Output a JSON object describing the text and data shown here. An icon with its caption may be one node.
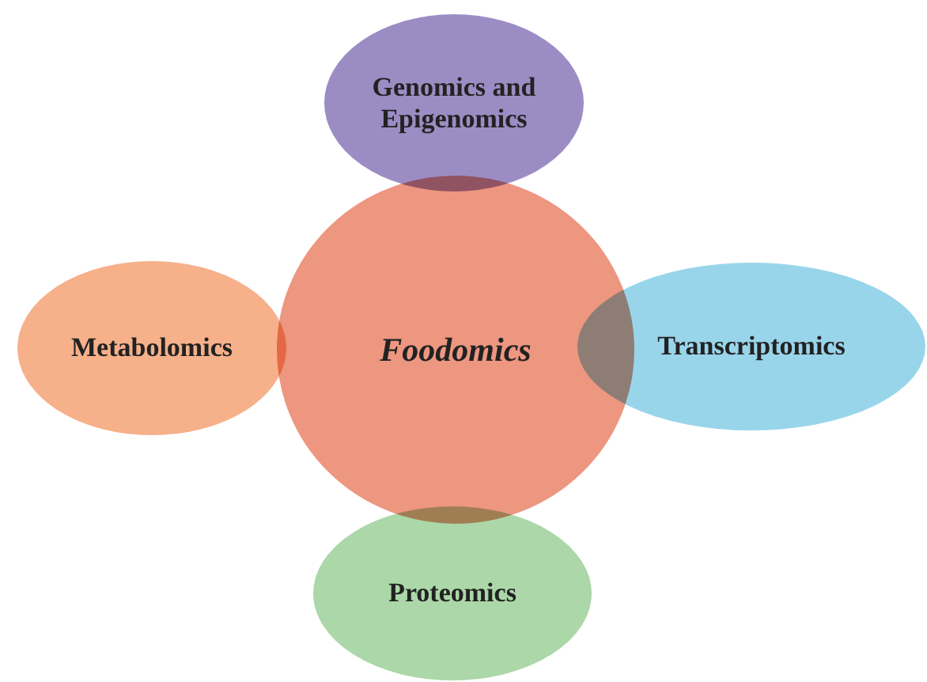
{
  "diagram": {
    "nodes": [
      {
        "text": [
          "Foodomics"
        ]
      },
      {
        "text": [
          "Genomics and Epigenomics"
        ]
      },
      {
        "text": [
          "Transcriptomics"
        ]
      },
      {
        "text": [
          "Proteomics"
        ]
      },
      {
        "text": [
          "Metabolomics"
        ]
      }
    ]
  }
}
